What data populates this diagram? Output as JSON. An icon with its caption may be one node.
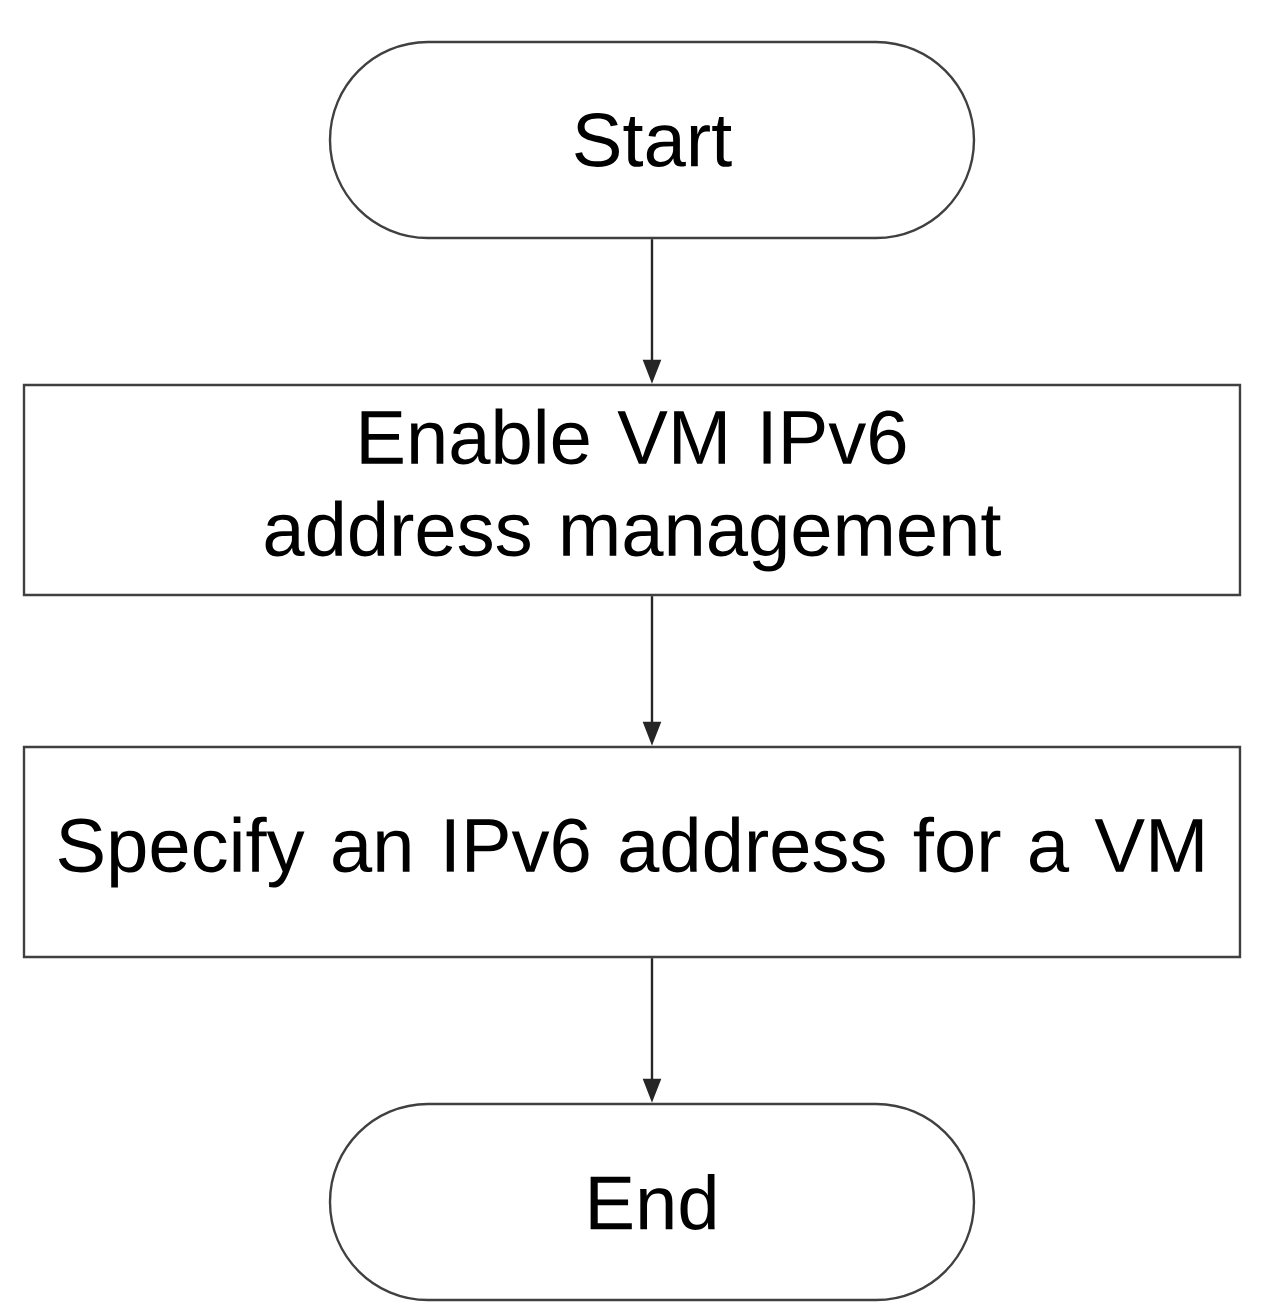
{
  "diagram": {
    "nodes": [
      {
        "text": [
          "Start"
        ]
      },
      {
        "text": [
          "Enable VM IPv6 address management"
        ]
      },
      {
        "text": [
          "Specify an IPv6 address for a VM"
        ]
      },
      {
        "text": [
          "End"
        ]
      }
    ],
    "edges": [
      {
        "from": 0,
        "to": 1,
        "arrow": "to"
      },
      {
        "from": 1,
        "to": 2,
        "arrow": "to"
      },
      {
        "from": 2,
        "to": 3,
        "arrow": "to"
      }
    ]
  }
}
